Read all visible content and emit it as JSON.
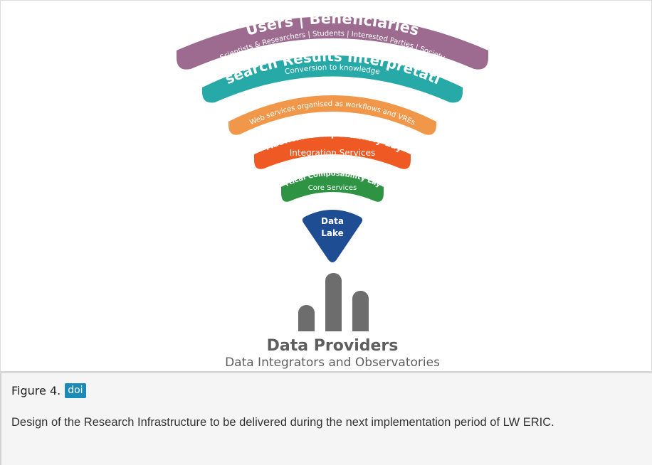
{
  "diagram": {
    "layers": [
      {
        "title": "Users | Beneficiaries",
        "subtitle": "Scientists & Researchers | Students | Interested Parties | Society",
        "color": "#9c6b8f"
      },
      {
        "title": "Research Results Interpretation",
        "subtitle": "Conversion to knowledge",
        "color": "#27a9a8"
      },
      {
        "title": "Ecosystem of Analytics",
        "subtitle": "Web services organised as workflows and VREs",
        "color": "#f1974a"
      },
      {
        "title": "Horizontal Composability Layer",
        "subtitle": "Integration Services",
        "color": "#ef5a24"
      },
      {
        "title": "Vertical Composability Layer",
        "subtitle": "Core Services",
        "color": "#2f9344"
      }
    ],
    "data_lake": {
      "line1": "Data",
      "line2": "Lake",
      "color": "#1f4d94"
    },
    "bar_chart_icon_color": "#6d6d6d",
    "providers_title": "Data Providers",
    "providers_subtitle": "Data Integrators and Observatories"
  },
  "caption": {
    "figure_label": "Figure 4.",
    "doi_label": "doi",
    "text": "Design of the Research Infrastructure to be delivered during the next implementation period of LW ERIC."
  },
  "colors": {
    "doi_badge": "#1a8bb8",
    "caption_background": "#f5f5f5"
  }
}
